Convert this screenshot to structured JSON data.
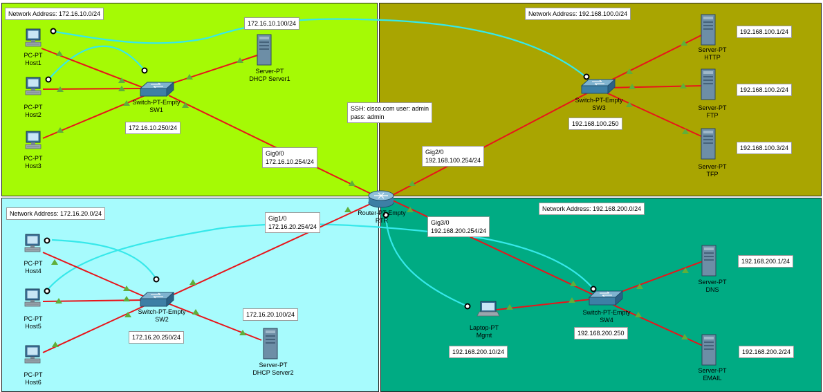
{
  "colors": {
    "zone_top_left": "#a5fa05",
    "zone_top_right": "#a9a501",
    "zone_bottom_left": "#a7fbfd",
    "zone_bottom_right": "#00ab83",
    "link_copper": "#e8141a",
    "link_console": "#36e8ea",
    "port_up": "#5faf3a"
  },
  "zones": {
    "top_left": {
      "network_label": "Network Address: 172.16.10.0/24"
    },
    "top_right": {
      "network_label": "Network Address: 192.168.100.0/24"
    },
    "bottom_left": {
      "network_label": "Network Address: 172.16.20.0/24"
    },
    "bottom_right": {
      "network_label": "Network Address: 192.168.200.0/24"
    }
  },
  "devices": {
    "host1": {
      "type": "PC-PT",
      "name": "Host1",
      "icon": "pc-icon"
    },
    "host2": {
      "type": "PC-PT",
      "name": "Host2",
      "icon": "pc-icon"
    },
    "host3": {
      "type": "PC-PT",
      "name": "Host3",
      "icon": "pc-icon"
    },
    "host4": {
      "type": "PC-PT",
      "name": "Host4",
      "icon": "pc-icon"
    },
    "host5": {
      "type": "PC-PT",
      "name": "Host5",
      "icon": "pc-icon"
    },
    "host6": {
      "type": "PC-PT",
      "name": "Host6",
      "icon": "pc-icon"
    },
    "sw1": {
      "type": "Switch-PT-Empty",
      "name": "SW1",
      "icon": "switch-icon"
    },
    "sw2": {
      "type": "Switch-PT-Empty",
      "name": "SW2",
      "icon": "switch-icon"
    },
    "sw3": {
      "type": "Switch-PT-Empty",
      "name": "SW3",
      "icon": "switch-icon"
    },
    "sw4": {
      "type": "Switch-PT-Empty",
      "name": "SW4",
      "icon": "switch-icon"
    },
    "dhcp1": {
      "type": "Server-PT",
      "name": "DHCP Server1",
      "icon": "server-icon"
    },
    "dhcp2": {
      "type": "Server-PT",
      "name": "DHCP Server2",
      "icon": "server-icon"
    },
    "http": {
      "type": "Server-PT",
      "name": "HTTP",
      "icon": "server-icon"
    },
    "ftp": {
      "type": "Server-PT",
      "name": "FTP",
      "icon": "server-icon"
    },
    "tfp": {
      "type": "Server-PT",
      "name": "TFP",
      "icon": "server-icon"
    },
    "dns": {
      "type": "Server-PT",
      "name": "DNS",
      "icon": "server-icon"
    },
    "email": {
      "type": "Server-PT",
      "name": "EMAIL",
      "icon": "server-icon"
    },
    "laptop": {
      "type": "Laptop-PT",
      "name": "Mgmt",
      "icon": "laptop-icon"
    },
    "router": {
      "type": "Router-PT-Empty",
      "name": "RTR",
      "icon": "router-icon"
    }
  },
  "labels": {
    "dhcp1_ip": "172.16.10.100/24",
    "sw1_ip": "172.16.10.250/24",
    "gig00": [
      "Gig0/0",
      "172.16.10.254/24"
    ],
    "ssh_line1": "SSH: cisco.com     user: admin",
    "ssh_line2": "pass: admin",
    "gig20": [
      "Gig2/0",
      "192.168.100.254/24"
    ],
    "sw3_ip": "192.168.100.250",
    "http_ip": "192.168.100.1/24",
    "ftp_ip": "192.168.100.2/24",
    "tfp_ip": "192.168.100.3/24",
    "gig10": [
      "Gig1/0",
      "172.16.20.254/24"
    ],
    "sw2_ip": "172.16.20.250/24",
    "dhcp2_ip": "172.16.20.100/24",
    "gig30": [
      "Gig3/0",
      "192.168.200.254/24"
    ],
    "laptop_ip": "192.168.200.10/24",
    "sw4_ip": "192.168.200.250",
    "dns_ip": "192.168.200.1/24",
    "email_ip": "192.168.200.2/24"
  }
}
